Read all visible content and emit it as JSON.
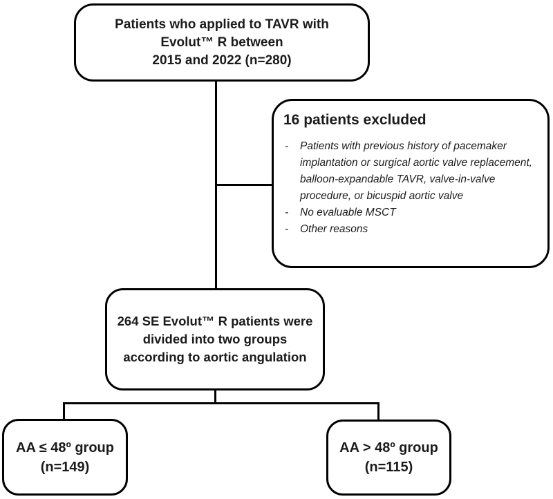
{
  "colors": {
    "background": "#ffffff",
    "box_border": "#000000",
    "connector": "#000000",
    "text": "#1b1b1b"
  },
  "boxes": {
    "enrollment": {
      "lines": [
        "Patients who applied to TAVR with",
        "Evolut™ R between",
        "2015 and 2022 (n=280)"
      ]
    },
    "exclusions": {
      "heading": "16 patients excluded",
      "bullet": "-",
      "items": [
        "Patients with previous history of pacemaker implantation or surgical aortic valve replacement, balloon-expandable TAVR, valve-in-valve procedure, or bicuspid aortic valve",
        "No evaluable MSCT",
        "Other reasons"
      ]
    },
    "divided": {
      "lines": [
        "264 SE Evolut™ R patients were",
        "divided into two groups",
        "according to aortic angulation"
      ]
    },
    "group_low": {
      "lines": [
        "AA ≤ 48º group",
        "(n=149)"
      ]
    },
    "group_high": {
      "lines": [
        "AA > 48º group",
        "(n=115)"
      ]
    }
  }
}
